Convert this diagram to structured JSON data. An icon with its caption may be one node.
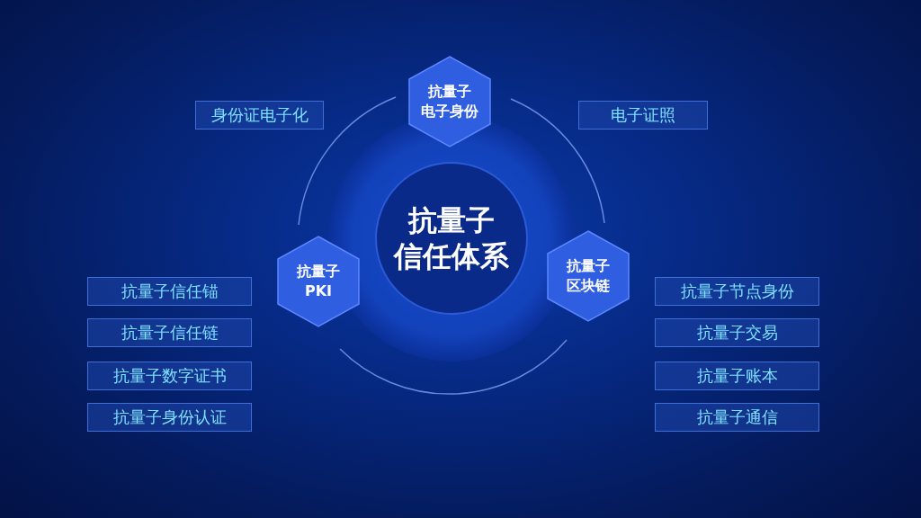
{
  "diagram": {
    "nodes": [
      {
        "text": [
          "抗量子电子身份"
        ]
      },
      {
        "text": [
          "身份证电子化"
        ]
      },
      {
        "text": [
          "电子证照"
        ]
      },
      {
        "text": [
          "抗量子信任体系"
        ]
      },
      {
        "text": [
          "抗量子PKI"
        ]
      },
      {
        "text": [
          "抗量子区块链"
        ]
      },
      {
        "text": [
          "抗量子信任锚"
        ]
      },
      {
        "text": [
          "抗量子节点身份"
        ]
      },
      {
        "text": [
          "抗量子信任链"
        ]
      },
      {
        "text": [
          "抗量子交易"
        ]
      },
      {
        "text": [
          "抗量子数字证书"
        ]
      },
      {
        "text": [
          "抗量子账本"
        ]
      },
      {
        "text": [
          "抗量子身份认证"
        ]
      },
      {
        "text": [
          "抗量子通信"
        ]
      }
    ]
  }
}
